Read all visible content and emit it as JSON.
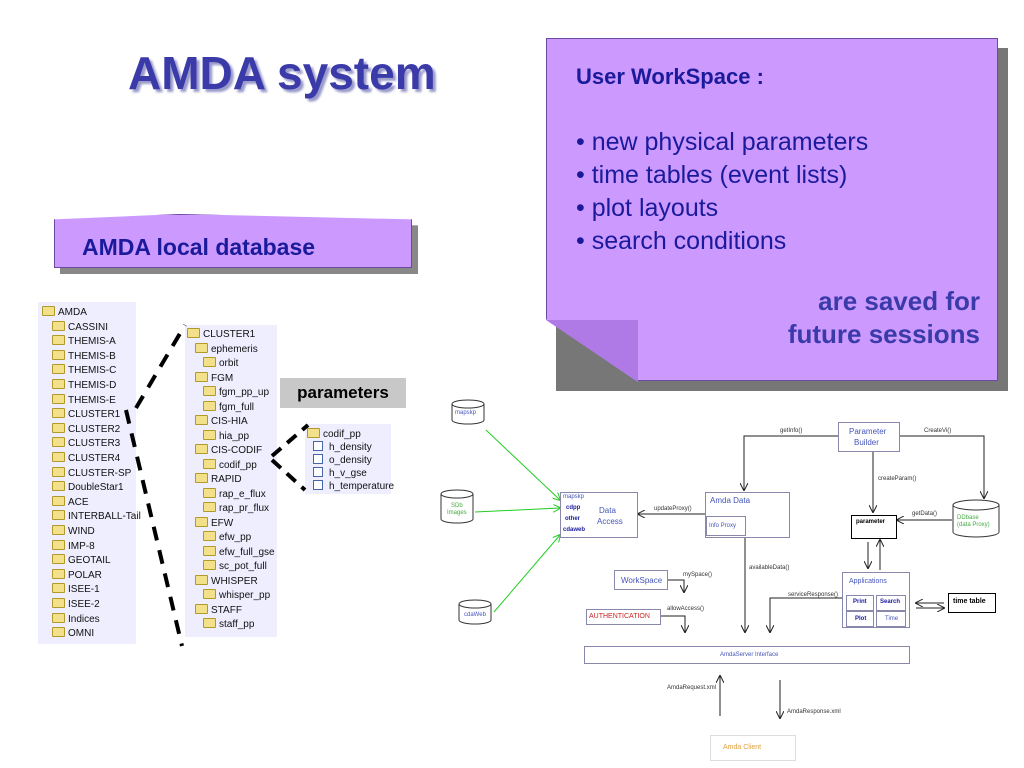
{
  "title": "AMDA system",
  "workspace": {
    "heading": "User WorkSpace :",
    "items": [
      "• new physical parameters",
      "• time tables (event lists)",
      "• plot layouts",
      "• search conditions"
    ],
    "footer_line1": "are saved for",
    "footer_line2": "future sessions"
  },
  "database_banner": "AMDA local database",
  "parameters_label": "parameters",
  "tree1": [
    "AMDA",
    "CASSINI",
    "THEMIS-A",
    "THEMIS-B",
    "THEMIS-C",
    "THEMIS-D",
    "THEMIS-E",
    "CLUSTER1",
    "CLUSTER2",
    "CLUSTER3",
    "CLUSTER4",
    "CLUSTER-SP",
    "DoubleStar1",
    "ACE",
    "INTERBALL-Tail",
    "WIND",
    "IMP-8",
    "GEOTAIL",
    "POLAR",
    "ISEE-1",
    "ISEE-2",
    "Indices",
    "OMNI"
  ],
  "tree2": [
    "CLUSTER1",
    "ephemeris",
    "orbit",
    "FGM",
    "fgm_pp_up",
    "fgm_full",
    "CIS-HIA",
    "hia_pp",
    "CIS-CODIF",
    "codif_pp",
    "RAPID",
    "rap_e_flux",
    "rap_pr_flux",
    "EFW",
    "efw_pp",
    "efw_full_gse",
    "sc_pot_full",
    "WHISPER",
    "whisper_pp",
    "STAFF",
    "staff_pp"
  ],
  "tree3": [
    "codif_pp",
    "h_density",
    "o_density",
    "h_v_gse",
    "h_temperature"
  ],
  "diagram": {
    "mapskp_db": "mapskp",
    "sdb_db_line1": "SDb",
    "sdb_db_line2": "Images",
    "cdaweb_db": "cdaWeb",
    "data_access_list": [
      "mapskp",
      "cdpp",
      "other",
      "cdaweb"
    ],
    "data_access_title_line1": "Data",
    "data_access_title_line2": "Access",
    "amda_data_title": "Amda Data",
    "info_proxy": "Info Proxy",
    "param_builder_line1": "Parameter",
    "param_builder_line2": "Builder",
    "parameter_box": "parameter",
    "ddbase_line1": "DDbase",
    "ddbase_line2": "(data Proxy)",
    "workspace_box": "WorkSpace",
    "authentication_box": "AUTHENTICATION",
    "applications_title": "Applications",
    "apps": [
      "Print",
      "Search",
      "Plot",
      "Time"
    ],
    "time_table_box": "time table",
    "server_interface": "AmdaServer Interface",
    "amda_client": "Amda Client",
    "labels": {
      "getinfo": "getInfo()",
      "createvi": "CreateVi()",
      "createparam": "createParam()",
      "updateproxy": "updateProxy()",
      "getdata": "getData()",
      "availabledata": "availableData()",
      "myspace": "mySpace()",
      "allowaccess": "allowAccess()",
      "serviceresponse": "serviceResponse()",
      "request": "AmdaRequest.xml",
      "response": "AmdaResponse.xml"
    }
  }
}
